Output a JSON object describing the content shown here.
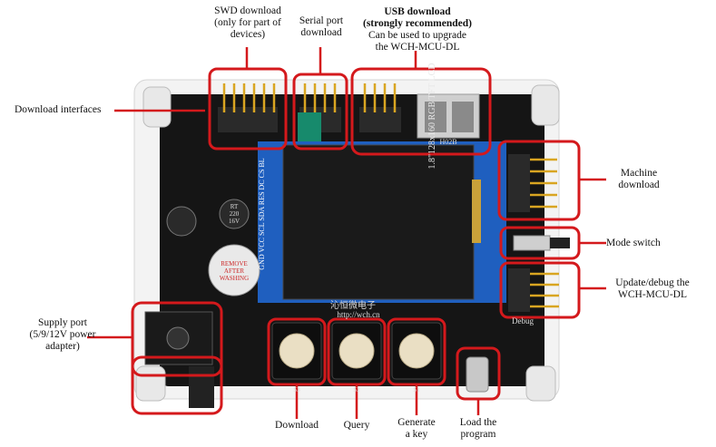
{
  "labels": {
    "swd": "SWD download\n(only for part of\ndevices)",
    "serial": "Serial port\ndownload",
    "usb_title": "USB download\n(strongly recommended)",
    "usb_sub": "Can be used to upgrade\nthe WCH-MCU-DL",
    "download_interfaces": "Download interfaces",
    "machine_download": "Machine\ndownload",
    "mode_switch": "Mode switch",
    "update_debug": "Update/debug the\nWCH-MCU-DL",
    "supply_port": "Supply port\n(5/9/12V power\nadapter)",
    "btn_download": "Download",
    "btn_query": "Query",
    "btn_generate": "Generate\na key",
    "load_program": "Load the\nprogram"
  },
  "board": {
    "brand": "沁恒微电子",
    "url": "http://wch.cn",
    "lcd_text": "1.8\"128x160 RGB TFT LCD",
    "sticker": "REMOVE\nAFTER\nWASHING",
    "cap_text": "RT\n220\n16V",
    "usb_port_label": "H02B",
    "debug_label": "Debug",
    "button_labels": [
      "S3",
      "S2",
      "S1"
    ],
    "lcd_pins": "GND VCC SCL SDA RES DC CS BL"
  },
  "colors": {
    "annotation_red": "#d4191c",
    "board_black": "#151515",
    "lcd_blue": "#1f5fbf"
  }
}
